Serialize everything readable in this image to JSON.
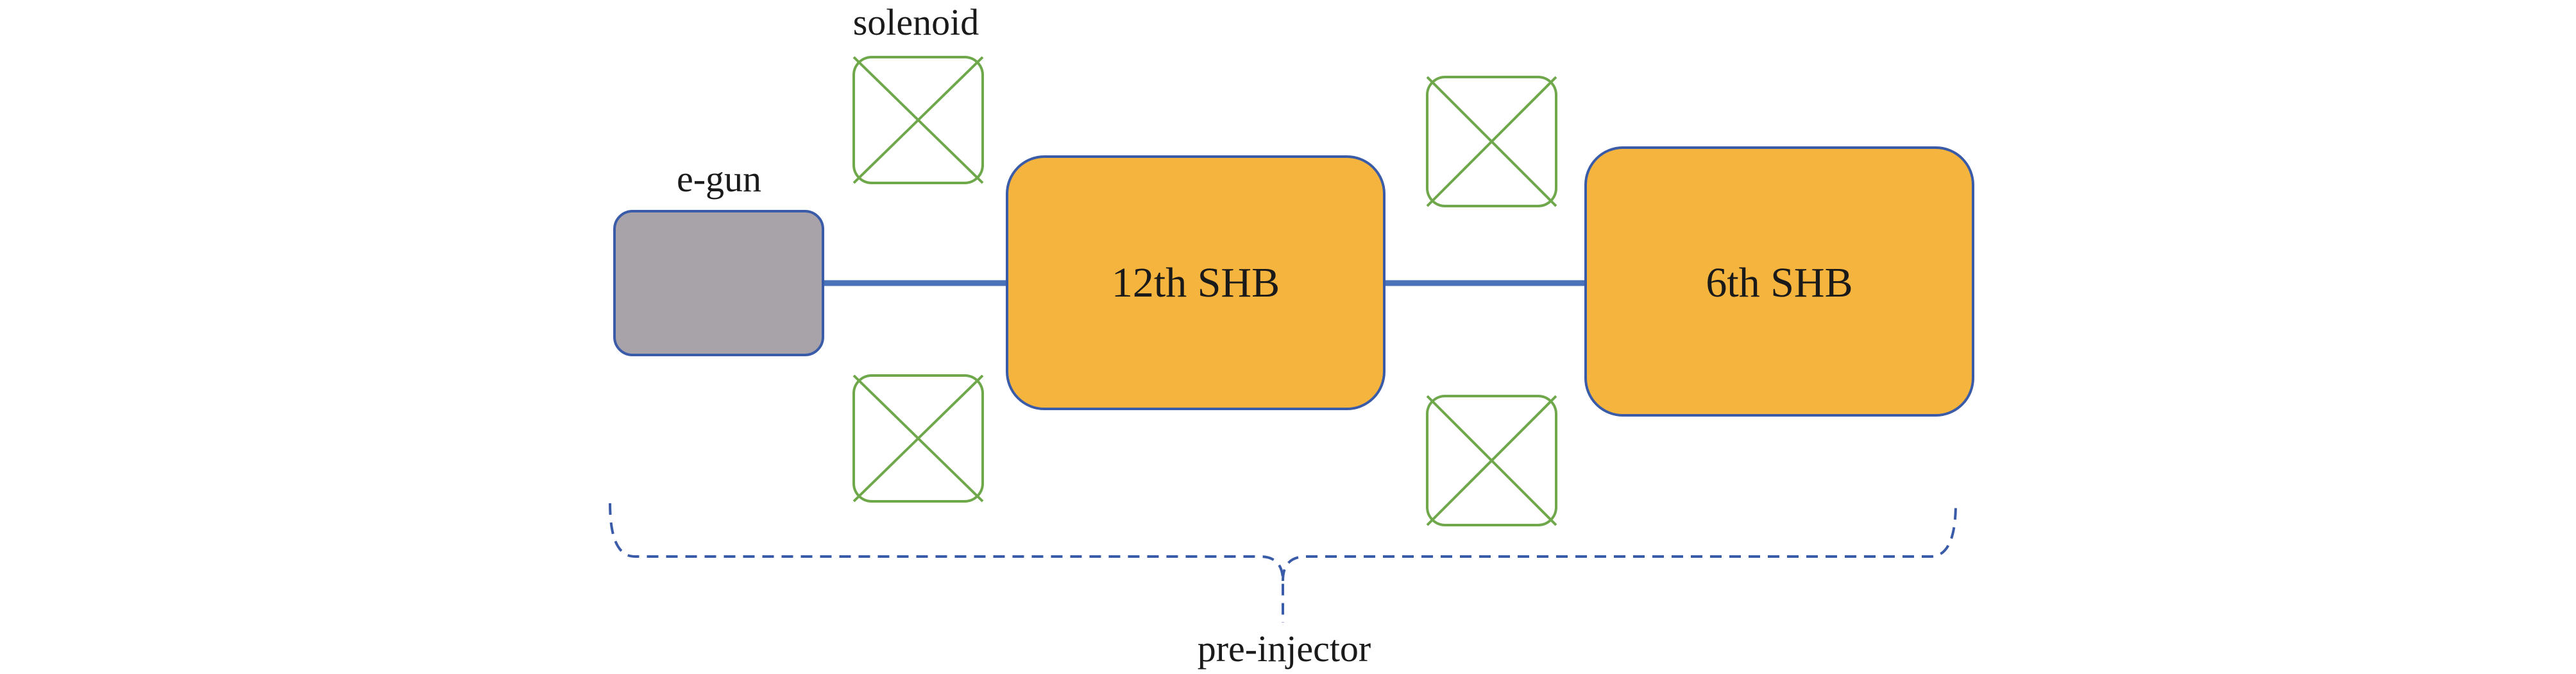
{
  "labels": {
    "solenoid": "solenoid",
    "egun": "e-gun",
    "shb12": "12th SHB",
    "shb6": "6th SHB",
    "preinjector": "pre-injector"
  },
  "colors": {
    "beamline": "#4a72b8",
    "egun_fill": "#a8a3a8",
    "egun_stroke": "#3a5ba8",
    "shb_fill": "#f4b43e",
    "shb_stroke": "#3a5ba8",
    "solenoid_stroke": "#6fa74b",
    "brace_stroke": "#3a5ba8",
    "text": "#1a1a1a"
  }
}
